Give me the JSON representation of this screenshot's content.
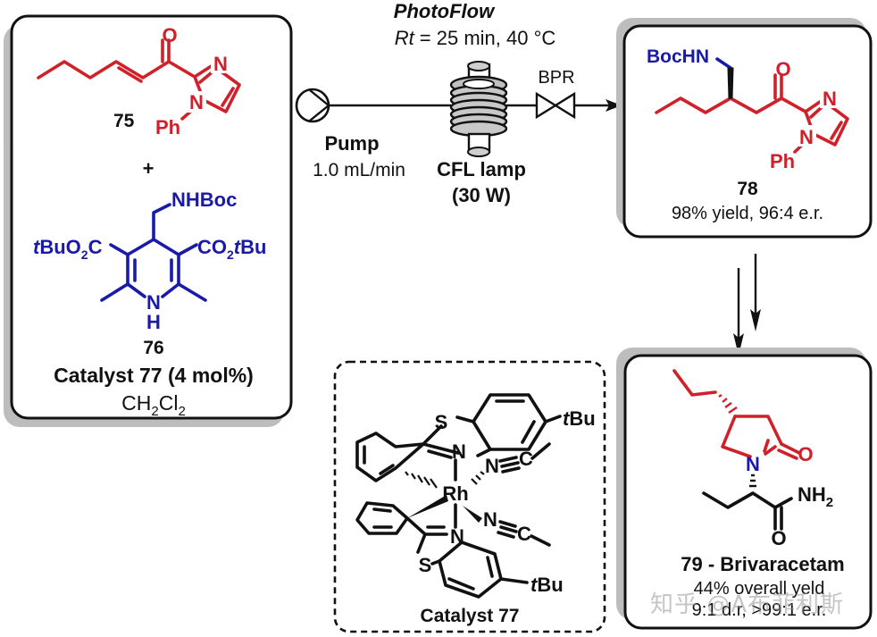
{
  "reactants_box": {
    "substrate": {
      "label": "75",
      "atoms": {
        "O": "O",
        "N1": "N",
        "N2": "N",
        "Ph": "Ph"
      },
      "color": "#d0202a"
    },
    "plus": "+",
    "hantzsch_ester": {
      "label": "76",
      "atoms": {
        "NHBoc": "NHBoc",
        "left_ester": "tBuO2C",
        "right_ester": "CO2tBu",
        "N": "N",
        "H": "H"
      },
      "color": "#1a1aa8"
    },
    "catalyst_line": "Catalyst 77 (4 mol%)",
    "solvent": "CH2Cl2"
  },
  "flow_setup": {
    "title": "PhotoFlow",
    "conditions_prefix": "Rt",
    "conditions_rest": " = 25 min, 40 °C",
    "pump_label": "Pump",
    "pump_rate": "1.0 mL/min",
    "lamp_label": "CFL lamp",
    "lamp_power": "(30 W)",
    "bpr_label": "BPR",
    "icons": [
      "pump-icon",
      "photoreactor-coil-icon",
      "back-pressure-regulator-icon",
      "arrow-right-icon"
    ]
  },
  "product_box": {
    "label": "78",
    "atoms": {
      "BocHN": "BocHN",
      "O": "O",
      "N1": "N",
      "N2": "N",
      "Ph": "Ph"
    },
    "result": "98% yield, 96:4 e.r."
  },
  "final_box": {
    "label": "79 - Brivaracetam",
    "atoms": {
      "O1": "O",
      "N": "N",
      "NH2": "NH2",
      "O2": "O"
    },
    "yield_line": "44% overall yeld",
    "selectivity_line": "9:1 d.r, >99:1 e.r."
  },
  "catalyst_box": {
    "label": "Catalyst 77",
    "atoms": {
      "S1": "S",
      "N1": "N",
      "tBu1": "tBu",
      "Rh": "Rh",
      "Nc1": "N",
      "C1": "C",
      "Nc2": "N",
      "C2": "C",
      "N2": "N",
      "S2": "S",
      "tBu2": "tBu"
    }
  },
  "watermark": "知乎 @A布菲利斯",
  "colors": {
    "accent_red": "#d0202a",
    "accent_blue": "#1a1aa8",
    "shadow_grey": "#bdbdbd"
  }
}
